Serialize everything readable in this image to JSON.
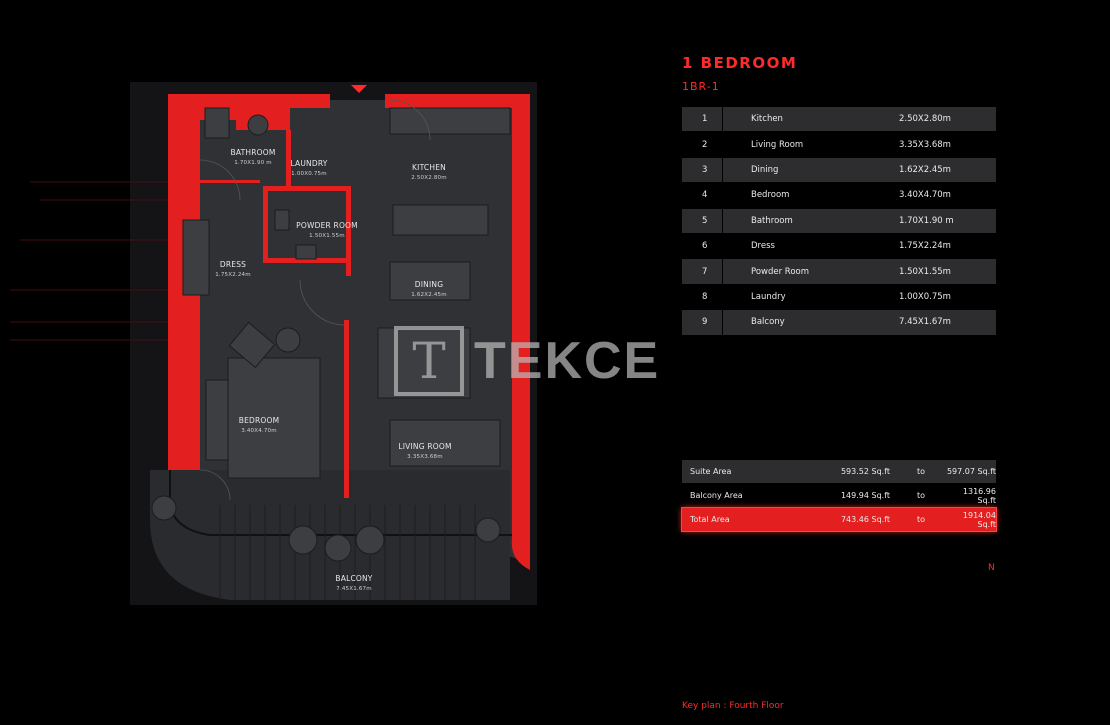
{
  "header": {
    "title": "1 BEDROOM",
    "unit_code": "1BR-1"
  },
  "rooms_table": [
    {
      "num": "1",
      "name": "Kitchen",
      "size": "2.50X2.80m"
    },
    {
      "num": "2",
      "name": "Living Room",
      "size": "3.35X3.68m"
    },
    {
      "num": "3",
      "name": "Dining",
      "size": "1.62X2.45m"
    },
    {
      "num": "4",
      "name": "Bedroom",
      "size": "3.40X4.70m"
    },
    {
      "num": "5",
      "name": "Bathroom",
      "size": "1.70X1.90 m"
    },
    {
      "num": "6",
      "name": "Dress",
      "size": "1.75X2.24m"
    },
    {
      "num": "7",
      "name": "Powder Room",
      "size": "1.50X1.55m"
    },
    {
      "num": "8",
      "name": "Laundry",
      "size": "1.00X0.75m"
    },
    {
      "num": "9",
      "name": "Balcony",
      "size": "7.45X1.67m"
    }
  ],
  "area_table": [
    {
      "label": "Suite Area",
      "from": "593.52 Sq.ft",
      "to_word": "to",
      "to": "597.07 Sq.ft"
    },
    {
      "label": "Balcony Area",
      "from": "149.94 Sq.ft",
      "to_word": "to",
      "to": "1316.96 Sq.ft"
    },
    {
      "label": "Total Area",
      "from": "743.46 Sq.ft",
      "to_word": "to",
      "to": "1914.04 Sq.ft"
    }
  ],
  "plan_labels": {
    "bathroom": {
      "name": "BATHROOM",
      "dim": "1.70X1.90 m"
    },
    "laundry": {
      "name": "LAUNDRY",
      "dim": "1.00X0.75m"
    },
    "kitchen": {
      "name": "KITCHEN",
      "dim": "2.50X2.80m"
    },
    "powder": {
      "name": "POWDER ROOM",
      "dim": "1.50X1.55m"
    },
    "dress": {
      "name": "DRESS",
      "dim": "1.75X2.24m"
    },
    "dining": {
      "name": "DINING",
      "dim": "1.62X2.45m"
    },
    "bedroom": {
      "name": "BEDROOM",
      "dim": "3.40X4.70m"
    },
    "living": {
      "name": "LIVING ROOM",
      "dim": "3.35X3.68m"
    },
    "balcony": {
      "name": "BALCONY",
      "dim": "7.45X1.67m"
    }
  },
  "watermark": {
    "letter": "T",
    "text": "TEKCE"
  },
  "compass": {
    "label": "N"
  },
  "keyplan": {
    "label": "Key plan : Fourth Floor"
  },
  "colors": {
    "accent": "#ff2a2a",
    "wall_red": "#e41f1f",
    "floor": "#2f3033",
    "row_shade": "#2d2d2f"
  }
}
